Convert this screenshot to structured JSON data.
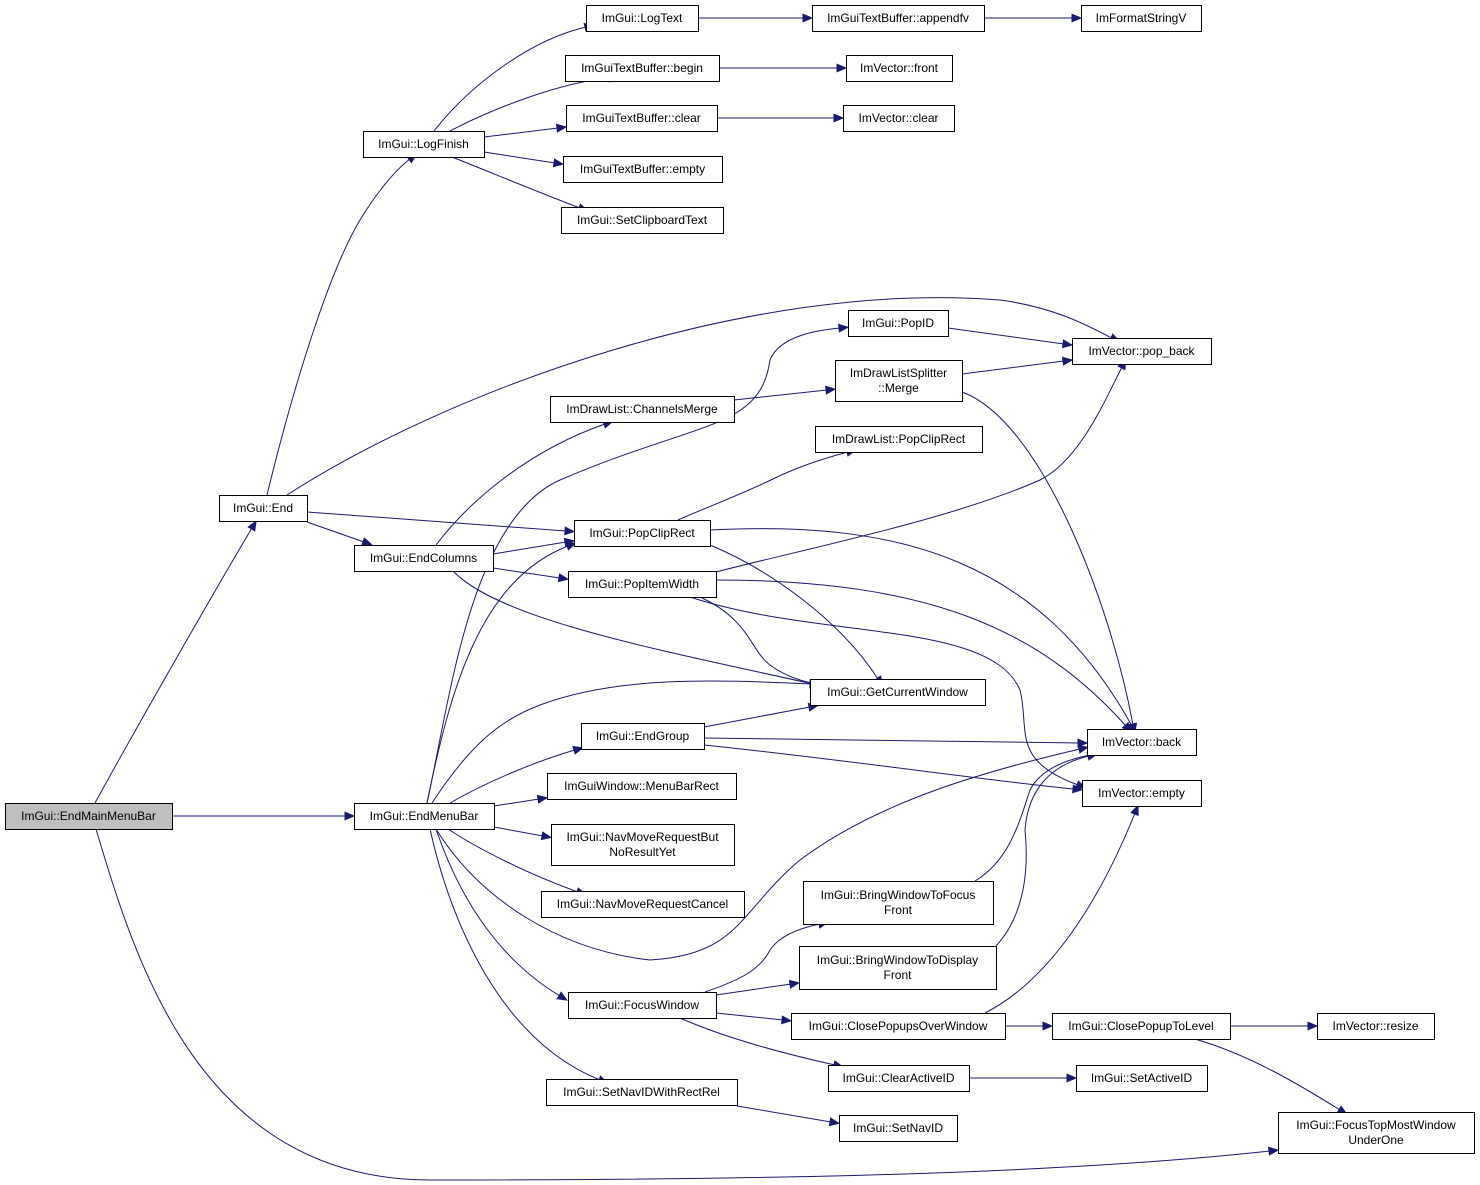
{
  "nodes": [
    {
      "id": "EndMainMenuBar",
      "lines": [
        "ImGui::EndMainMenuBar"
      ],
      "root": true
    },
    {
      "id": "End",
      "lines": [
        "ImGui::End"
      ]
    },
    {
      "id": "EndMenuBar",
      "lines": [
        "ImGui::EndMenuBar"
      ]
    },
    {
      "id": "LogFinish",
      "lines": [
        "ImGui::LogFinish"
      ]
    },
    {
      "id": "EndColumns",
      "lines": [
        "ImGui::EndColumns"
      ]
    },
    {
      "id": "LogText",
      "lines": [
        "ImGui::LogText"
      ]
    },
    {
      "id": "TBbegin",
      "lines": [
        "ImGuiTextBuffer::begin"
      ]
    },
    {
      "id": "TBclear",
      "lines": [
        "ImGuiTextBuffer::clear"
      ]
    },
    {
      "id": "TBempty",
      "lines": [
        "ImGuiTextBuffer::empty"
      ]
    },
    {
      "id": "SetClipboardText",
      "lines": [
        "ImGui::SetClipboardText"
      ]
    },
    {
      "id": "TBappendfv",
      "lines": [
        "ImGuiTextBuffer::appendfv"
      ]
    },
    {
      "id": "ImFormatStringV",
      "lines": [
        "ImFormatStringV"
      ]
    },
    {
      "id": "VecFront",
      "lines": [
        "ImVector::front"
      ]
    },
    {
      "id": "VecClear",
      "lines": [
        "ImVector::clear"
      ]
    },
    {
      "id": "PopID",
      "lines": [
        "ImGui::PopID"
      ]
    },
    {
      "id": "VecPopBack",
      "lines": [
        "ImVector::pop_back"
      ]
    },
    {
      "id": "SplitterMerge",
      "lines": [
        "ImDrawListSplitter",
        "::Merge"
      ]
    },
    {
      "id": "ChannelsMerge",
      "lines": [
        "ImDrawList::ChannelsMerge"
      ]
    },
    {
      "id": "DLPopClipRect",
      "lines": [
        "ImDrawList::PopClipRect"
      ]
    },
    {
      "id": "PopClipRect",
      "lines": [
        "ImGui::PopClipRect"
      ]
    },
    {
      "id": "PopItemWidth",
      "lines": [
        "ImGui::PopItemWidth"
      ]
    },
    {
      "id": "GetCurrentWindow",
      "lines": [
        "ImGui::GetCurrentWindow"
      ]
    },
    {
      "id": "EndGroup",
      "lines": [
        "ImGui::EndGroup"
      ]
    },
    {
      "id": "VecBack",
      "lines": [
        "ImVector::back"
      ]
    },
    {
      "id": "VecEmpty",
      "lines": [
        "ImVector::empty"
      ]
    },
    {
      "id": "MenuBarRect",
      "lines": [
        "ImGuiWindow::MenuBarRect"
      ]
    },
    {
      "id": "NavMoveRequestBut",
      "lines": [
        "ImGui::NavMoveRequestBut",
        "NoResultYet"
      ]
    },
    {
      "id": "NavMoveRequestCancel",
      "lines": [
        "ImGui::NavMoveRequestCancel"
      ]
    },
    {
      "id": "BringToFocusFront",
      "lines": [
        "ImGui::BringWindowToFocus",
        "Front"
      ]
    },
    {
      "id": "BringToDisplayFront",
      "lines": [
        "ImGui::BringWindowToDisplay",
        "Front"
      ]
    },
    {
      "id": "FocusWindow",
      "lines": [
        "ImGui::FocusWindow"
      ]
    },
    {
      "id": "ClosePopupsOverWindow",
      "lines": [
        "ImGui::ClosePopupsOverWindow"
      ]
    },
    {
      "id": "ClosePopupToLevel",
      "lines": [
        "ImGui::ClosePopupToLevel"
      ]
    },
    {
      "id": "VecResize",
      "lines": [
        "ImVector::resize"
      ]
    },
    {
      "id": "ClearActiveID",
      "lines": [
        "ImGui::ClearActiveID"
      ]
    },
    {
      "id": "SetActiveID",
      "lines": [
        "ImGui::SetActiveID"
      ]
    },
    {
      "id": "SetNavIDWithRectRel",
      "lines": [
        "ImGui::SetNavIDWithRectRel"
      ]
    },
    {
      "id": "SetNavID",
      "lines": [
        "ImGui::SetNavID"
      ]
    },
    {
      "id": "FocusTopMost",
      "lines": [
        "ImGui::FocusTopMostWindow",
        "UnderOne"
      ]
    }
  ],
  "edges": [
    {
      "from": "EndMainMenuBar",
      "to": "End"
    },
    {
      "from": "EndMainMenuBar",
      "to": "EndMenuBar"
    },
    {
      "from": "EndMainMenuBar",
      "to": "FocusTopMost"
    },
    {
      "from": "End",
      "to": "LogFinish"
    },
    {
      "from": "End",
      "to": "VecPopBack"
    },
    {
      "from": "End",
      "to": "PopClipRect"
    },
    {
      "from": "End",
      "to": "EndColumns"
    },
    {
      "from": "LogFinish",
      "to": "LogText"
    },
    {
      "from": "LogFinish",
      "to": "TBbegin"
    },
    {
      "from": "LogFinish",
      "to": "TBclear"
    },
    {
      "from": "LogFinish",
      "to": "TBempty"
    },
    {
      "from": "LogFinish",
      "to": "SetClipboardText"
    },
    {
      "from": "LogText",
      "to": "TBappendfv"
    },
    {
      "from": "TBappendfv",
      "to": "ImFormatStringV"
    },
    {
      "from": "TBbegin",
      "to": "VecFront"
    },
    {
      "from": "TBclear",
      "to": "VecClear"
    },
    {
      "from": "EndColumns",
      "to": "ChannelsMerge"
    },
    {
      "from": "EndColumns",
      "to": "PopClipRect"
    },
    {
      "from": "EndColumns",
      "to": "PopItemWidth"
    },
    {
      "from": "EndColumns",
      "to": "GetCurrentWindow"
    },
    {
      "from": "ChannelsMerge",
      "to": "SplitterMerge"
    },
    {
      "from": "SplitterMerge",
      "to": "VecPopBack"
    },
    {
      "from": "SplitterMerge",
      "to": "VecBack"
    },
    {
      "from": "PopID",
      "to": "VecPopBack"
    },
    {
      "from": "PopClipRect",
      "to": "DLPopClipRect"
    },
    {
      "from": "PopClipRect",
      "to": "GetCurrentWindow"
    },
    {
      "from": "PopClipRect",
      "to": "VecBack"
    },
    {
      "from": "PopItemWidth",
      "to": "VecPopBack"
    },
    {
      "from": "PopItemWidth",
      "to": "GetCurrentWindow"
    },
    {
      "from": "PopItemWidth",
      "to": "VecBack"
    },
    {
      "from": "PopItemWidth",
      "to": "VecEmpty"
    },
    {
      "from": "EndMenuBar",
      "to": "PopID"
    },
    {
      "from": "EndMenuBar",
      "to": "PopClipRect"
    },
    {
      "from": "EndMenuBar",
      "to": "GetCurrentWindow"
    },
    {
      "from": "EndMenuBar",
      "to": "EndGroup"
    },
    {
      "from": "EndMenuBar",
      "to": "MenuBarRect"
    },
    {
      "from": "EndMenuBar",
      "to": "NavMoveRequestBut"
    },
    {
      "from": "EndMenuBar",
      "to": "NavMoveRequestCancel"
    },
    {
      "from": "EndMenuBar",
      "to": "VecBack"
    },
    {
      "from": "EndMenuBar",
      "to": "FocusWindow"
    },
    {
      "from": "EndMenuBar",
      "to": "SetNavIDWithRectRel"
    },
    {
      "from": "EndGroup",
      "to": "GetCurrentWindow"
    },
    {
      "from": "EndGroup",
      "to": "VecBack"
    },
    {
      "from": "EndGroup",
      "to": "VecEmpty"
    },
    {
      "from": "FocusWindow",
      "to": "BringToFocusFront"
    },
    {
      "from": "FocusWindow",
      "to": "BringToDisplayFront"
    },
    {
      "from": "FocusWindow",
      "to": "ClosePopupsOverWindow"
    },
    {
      "from": "FocusWindow",
      "to": "ClearActiveID"
    },
    {
      "from": "BringToFocusFront",
      "to": "VecBack"
    },
    {
      "from": "BringToDisplayFront",
      "to": "VecBack"
    },
    {
      "from": "ClosePopupsOverWindow",
      "to": "VecEmpty"
    },
    {
      "from": "ClosePopupsOverWindow",
      "to": "ClosePopupToLevel"
    },
    {
      "from": "ClosePopupToLevel",
      "to": "VecResize"
    },
    {
      "from": "ClosePopupToLevel",
      "to": "FocusTopMost"
    },
    {
      "from": "ClearActiveID",
      "to": "SetActiveID"
    },
    {
      "from": "SetNavIDWithRectRel",
      "to": "SetNavID"
    }
  ],
  "colors": {
    "edge": "#191970",
    "root_fill": "#bfbfbf",
    "node_fill": "#ffffff",
    "border": "#000000"
  }
}
